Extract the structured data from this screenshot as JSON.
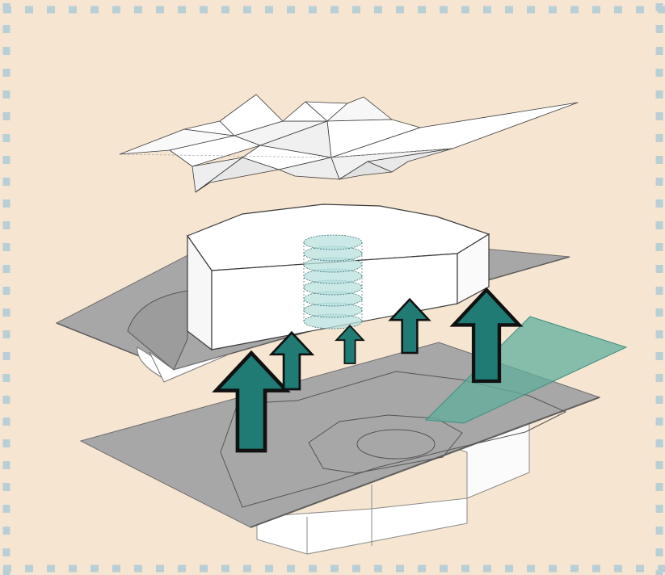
{
  "colors": {
    "background": "#f6e6d1",
    "border_dash": "#b9cfd6",
    "roof": "#ffffff",
    "box_face": "#ffffff",
    "slab": "#a7a7a7",
    "slab_dark": "#8f8f8f",
    "teal": "#1f7b73",
    "teal_transparent": "#5fae9c",
    "cylinder_fill": "#b7e0dd",
    "outline": "#3a3a3a"
  },
  "diagram": {
    "description_elements": [
      "folded-roof",
      "upper-block",
      "upper-slab",
      "stacked-discs",
      "lower-slab",
      "lower-block",
      "lift-arrows",
      "teal-plane"
    ],
    "arrow_icon": "arrow-up-icon",
    "disc_count": 8
  }
}
